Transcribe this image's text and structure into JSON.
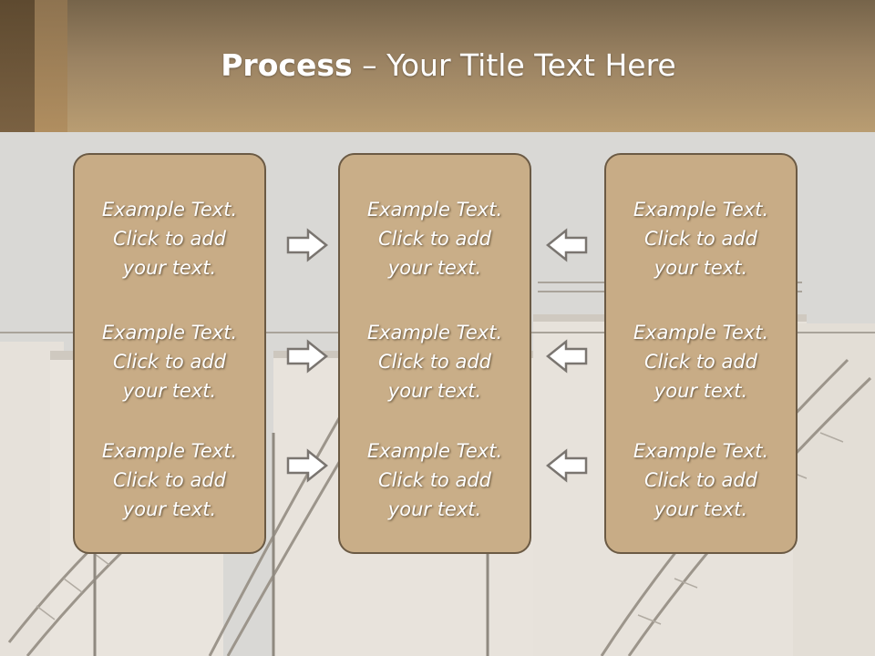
{
  "slide": {
    "title_bold": "Process",
    "title_rest": " – Your Title Text Here"
  },
  "panels": [
    {
      "items": [
        {
          "l1": "Example Text.",
          "l2": "Click  to add",
          "l3": "your text."
        },
        {
          "l1": "Example Text.",
          "l2": "Click  to add",
          "l3": "your text."
        },
        {
          "l1": "Example Text.",
          "l2": "Click  to add",
          "l3": "your text."
        }
      ]
    },
    {
      "items": [
        {
          "l1": "Example Text.",
          "l2": "Click  to add",
          "l3": "your text."
        },
        {
          "l1": "Example Text.",
          "l2": "Click  to add",
          "l3": "your text."
        },
        {
          "l1": "Example Text.",
          "l2": "Click  to add",
          "l3": "your text."
        }
      ]
    },
    {
      "items": [
        {
          "l1": "Example Text.",
          "l2": "Click  to add",
          "l3": "your text."
        },
        {
          "l1": "Example Text.",
          "l2": "Click  to add",
          "l3": "your text."
        },
        {
          "l1": "Example Text.",
          "l2": "Click  to add",
          "l3": "your text."
        }
      ]
    }
  ],
  "arrows": {
    "left_group": [
      "right-arrow-icon",
      "right-arrow-icon",
      "right-arrow-icon"
    ],
    "right_group": [
      "left-arrow-icon",
      "left-arrow-icon",
      "left-arrow-icon"
    ]
  },
  "colors": {
    "header": "#9a8262",
    "panel_fill": "#c8ac86",
    "panel_border": "#6b5a44"
  }
}
